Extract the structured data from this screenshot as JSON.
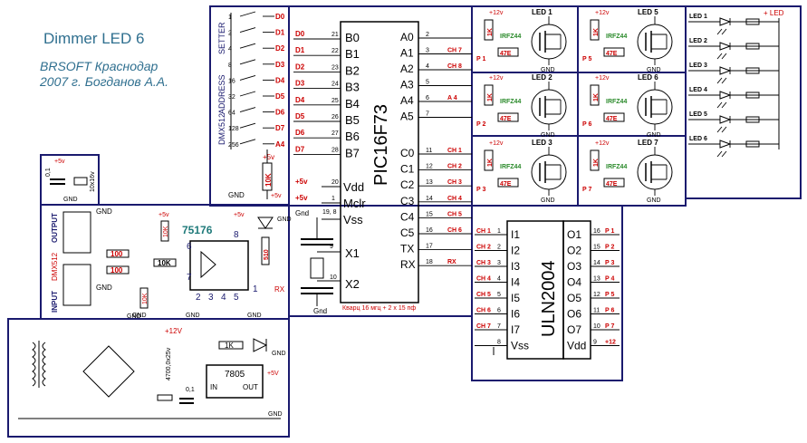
{
  "title": {
    "name": "Dimmer LED 6",
    "author": "BRSOFT Краснодар",
    "year": "2007 г. Богданов А.А."
  },
  "labels": {
    "gnd": "GND",
    "plus5": "+5v",
    "plus12": "+12v",
    "plus12b": "+12V",
    "plus5b": "+5V",
    "setter": "SETTER",
    "address": "ADDRESS",
    "dmx512": "DMX512",
    "output": "OUTPUT",
    "input": "INPUT",
    "r10k": "10K",
    "r100": "100",
    "r510": "510",
    "r47e": "47E",
    "r1k": "1K",
    "irfz44": "IRFZ44",
    "ic75176": "75176",
    "rx": "RX",
    "quartz_note": "Кварц 16 мгц   + 2 х 15 пф",
    "cap_01": "0,1",
    "cap_10x16": "10x16v",
    "cap_4700": "4700,0x25v",
    "reg7805": "7805",
    "reg_in": "IN",
    "reg_out": "OUT",
    "plusled": "+ LED",
    "x1": "X1",
    "x2": "X2",
    "pins_19_8": "19, 8",
    "gnd_small": "Gnd"
  },
  "dip_switch": {
    "values": [
      "1",
      "2",
      "4",
      "8",
      "16",
      "32",
      "64",
      "128",
      "256"
    ],
    "outputs": [
      "D0",
      "D1",
      "D2",
      "D3",
      "D4",
      "D5",
      "D6",
      "D7",
      "A4"
    ]
  },
  "pic": {
    "name": "PIC16F73",
    "left_pins": [
      {
        "net": "D0",
        "num": "21",
        "label": "B0"
      },
      {
        "net": "D1",
        "num": "22",
        "label": "B1"
      },
      {
        "net": "D2",
        "num": "23",
        "label": "B2"
      },
      {
        "net": "D3",
        "num": "24",
        "label": "B3"
      },
      {
        "net": "D4",
        "num": "25",
        "label": "B4"
      },
      {
        "net": "D5",
        "num": "26",
        "label": "B5"
      },
      {
        "net": "D6",
        "num": "27",
        "label": "B6"
      },
      {
        "net": "D7",
        "num": "28",
        "label": "B7"
      }
    ],
    "power_pins": [
      {
        "net": "+5v",
        "num": "20",
        "label": "Vdd"
      },
      {
        "net": "+5v",
        "num": "1",
        "label": "Mclr"
      },
      {
        "net": "Gnd",
        "num": "19, 8",
        "label": "Vss"
      }
    ],
    "xtal_pins": [
      {
        "num": "9",
        "label": "X1"
      },
      {
        "num": "10",
        "label": "X2"
      }
    ],
    "right_pins_a": [
      {
        "label": "A0",
        "num": "2",
        "net": ""
      },
      {
        "label": "A1",
        "num": "3",
        "net": "CH 7"
      },
      {
        "label": "A2",
        "num": "4",
        "net": "CH 8"
      },
      {
        "label": "A3",
        "num": "5",
        "net": ""
      },
      {
        "label": "A4",
        "num": "6",
        "net": "A 4"
      },
      {
        "label": "A5",
        "num": "7",
        "net": ""
      }
    ],
    "right_pins_c": [
      {
        "label": "C0",
        "num": "11",
        "net": "CH 1"
      },
      {
        "label": "C1",
        "num": "12",
        "net": "CH 2"
      },
      {
        "label": "C2",
        "num": "13",
        "net": "CH 3"
      },
      {
        "label": "C3",
        "num": "14",
        "net": "CH 4"
      },
      {
        "label": "C4",
        "num": "15",
        "net": "CH 5"
      },
      {
        "label": "C5",
        "num": "16",
        "net": "CH 6"
      },
      {
        "label": "TX",
        "num": "17",
        "net": ""
      },
      {
        "label": "RX",
        "num": "18",
        "net": "RX"
      }
    ]
  },
  "uln": {
    "name": "ULN2004",
    "inputs": [
      {
        "net": "CH 1",
        "num": "1",
        "label": "I1"
      },
      {
        "net": "CH 2",
        "num": "2",
        "label": "I2"
      },
      {
        "net": "CH 3",
        "num": "3",
        "label": "I3"
      },
      {
        "net": "CH 4",
        "num": "4",
        "label": "I4"
      },
      {
        "net": "CH 5",
        "num": "5",
        "label": "I5"
      },
      {
        "net": "CH 6",
        "num": "6",
        "label": "I6"
      },
      {
        "net": "CH 7",
        "num": "7",
        "label": "I7"
      },
      {
        "net": "",
        "num": "8",
        "label": "Vss"
      }
    ],
    "outputs": [
      {
        "label": "O1",
        "num": "16",
        "net": "P 1"
      },
      {
        "label": "O2",
        "num": "15",
        "net": "P 2"
      },
      {
        "label": "O3",
        "num": "14",
        "net": "P 3"
      },
      {
        "label": "O4",
        "num": "13",
        "net": "P 4"
      },
      {
        "label": "O5",
        "num": "12",
        "net": "P 5"
      },
      {
        "label": "O6",
        "num": "11",
        "net": "P 6"
      },
      {
        "label": "O7",
        "num": "10",
        "net": "P 7"
      },
      {
        "label": "Vdd",
        "num": "9",
        "net": "+12"
      }
    ]
  },
  "drivers": [
    {
      "led": "LED 1",
      "p": "P 1"
    },
    {
      "led": "LED 5",
      "p": "P 5"
    },
    {
      "led": "LED 2",
      "p": "P 2"
    },
    {
      "led": "LED 6",
      "p": "P 6"
    },
    {
      "led": "LED 3",
      "p": "P 3"
    },
    {
      "led": "LED 7",
      "p": "P 7"
    }
  ],
  "led_bank": [
    "LED 1",
    "LED 2",
    "LED 3",
    "LED 4",
    "LED 5",
    "LED 6"
  ],
  "rs485": {
    "pin6": "6",
    "pin8": "8",
    "pin7": "7",
    "pin2": "2",
    "pin3": "3",
    "pin4": "4",
    "pin5": "5",
    "pin1": "1"
  },
  "colors": {
    "frame": "#1a1a6e",
    "net": "#cc0000",
    "ink": "#000000",
    "ic_label": "#1f7a7a",
    "irfz": "#2a8a2a",
    "title": "#2f6f8f"
  }
}
